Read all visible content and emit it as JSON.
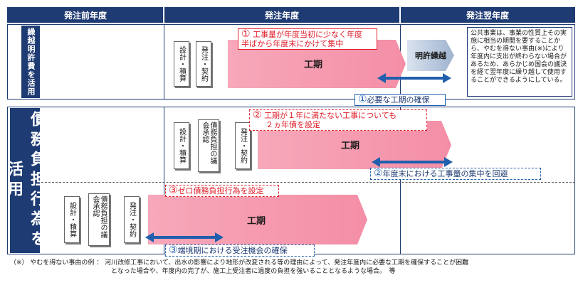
{
  "headers": {
    "prev_year": "発注前年度",
    "order_year": "発注年度",
    "next_year": "発注翌年度"
  },
  "top_panel": {
    "side_label": "繰越明許費を活用",
    "step1": "設計・積算",
    "step2": "発注・契約",
    "period": "工期",
    "carryover": "明許繰越",
    "callout_number": "①",
    "callout_text_line1": "工事量が年度当初に少なく年度",
    "callout_text_line2": "半ばから年度末にかけて集中",
    "result_number": "①",
    "result_text": "必要な工期の確保",
    "note": "公共事業は、事業の性質上その実施に相当の期間を要することから、やむを得ない事由(※)により年度内に支出が終わらない場合があるため、あらかじめ国会の議決を経て翌年度に繰り越して使用することができるようにしている。"
  },
  "bottom_panel": {
    "side_label": "債務負担行為を活用",
    "row1": {
      "step1": "設計・積算",
      "step2": "債務負担の議会承認",
      "step3": "発注・契約",
      "period": "工期",
      "callout_number": "②",
      "callout_text_line1": "工期が１年に満たない工事についても",
      "callout_text_line2": "２ヵ年債を設定",
      "result_number": "②",
      "result_text": "年度末における工事量の集中を回避"
    },
    "row2": {
      "step1": "設計・積算",
      "step2": "債務負担の議会承認",
      "step3": "発注・契約",
      "period": "工期",
      "callout_number": "③",
      "callout_text": "ゼロ債務負担行為を設定",
      "result_number": "③",
      "result_text": "端境期における受注機会の確保"
    }
  },
  "footnote": {
    "label": "（※） やむを得ない事由の例 ：",
    "line1": "河川改修工事において、出水の影響により地形が改変される等の理由によって、発注年度内に必要な工期を確保することが困難",
    "line2": "となった場合や、年度内の完了が、施工上受注者に過度の負担を強いることとなるような場合。　等"
  },
  "colors": {
    "navy": "#1f3b73",
    "pink": "#f48ea6",
    "red": "#e0202c",
    "blue": "#1f5fae"
  }
}
